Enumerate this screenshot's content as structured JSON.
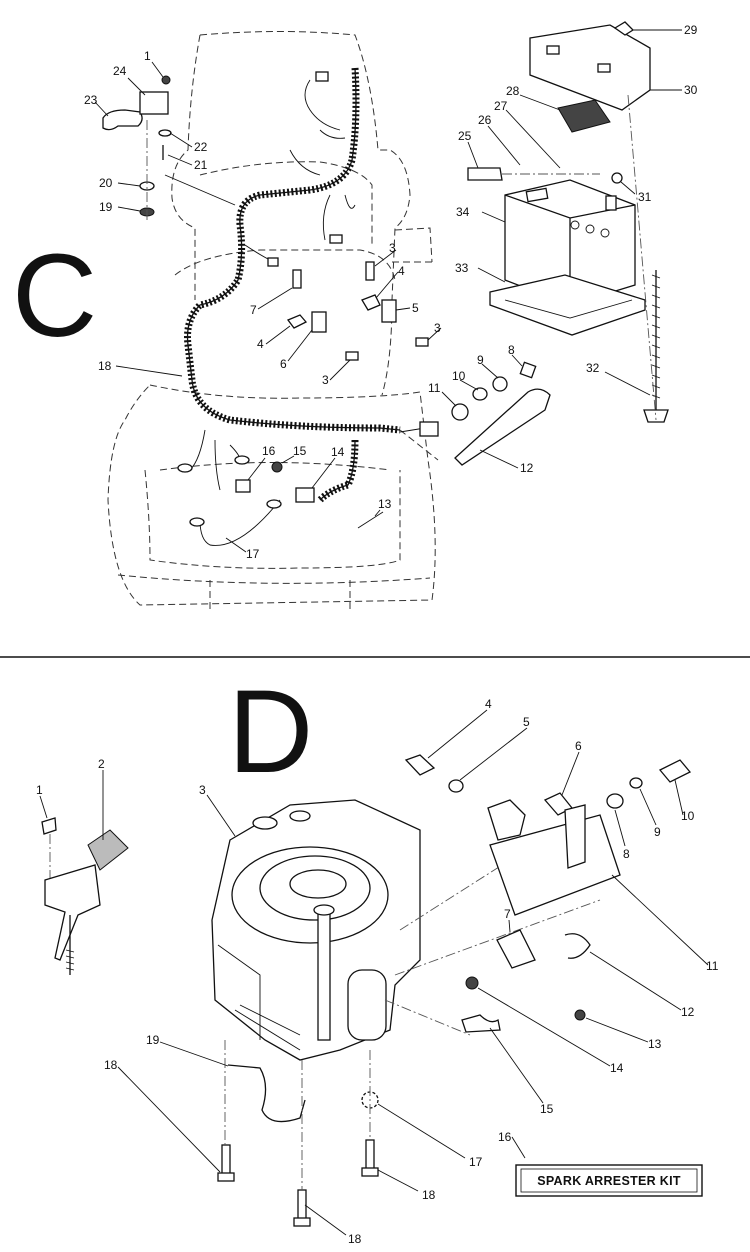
{
  "sections": {
    "C": {
      "letter": "C",
      "callouts": [
        "1",
        "3",
        "4",
        "5",
        "6",
        "7",
        "8",
        "9",
        "10",
        "11",
        "12",
        "13",
        "14",
        "15",
        "16",
        "17",
        "18",
        "19",
        "20",
        "21",
        "22",
        "23",
        "24",
        "25",
        "26",
        "27",
        "28",
        "29",
        "30",
        "31",
        "32",
        "33",
        "34"
      ]
    },
    "D": {
      "letter": "D",
      "callouts": [
        "1",
        "2",
        "3",
        "4",
        "5",
        "6",
        "7",
        "8",
        "9",
        "10",
        "11",
        "12",
        "13",
        "14",
        "15",
        "16",
        "17",
        "18",
        "19"
      ],
      "kit_label": "SPARK ARRESTER KIT"
    }
  }
}
